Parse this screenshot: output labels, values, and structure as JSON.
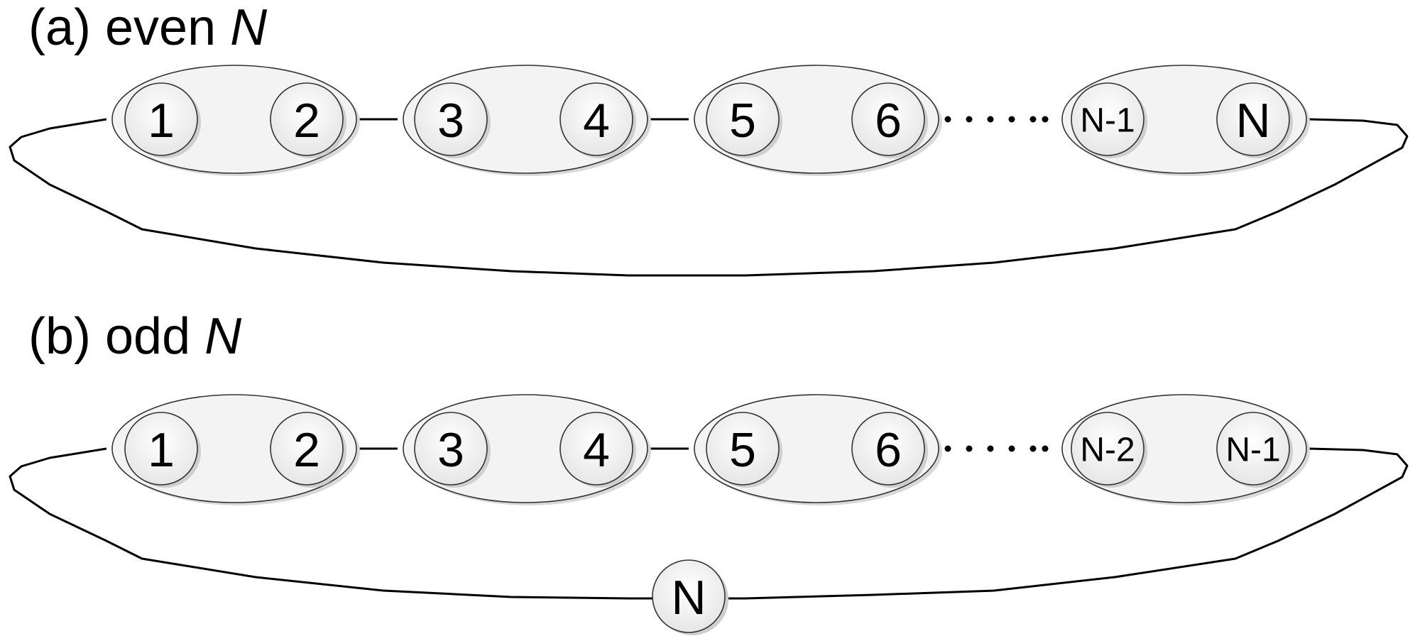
{
  "panels": [
    {
      "id": "even",
      "title_prefix": "(a) even ",
      "title_var": "N",
      "pairs": [
        [
          "1",
          "2"
        ],
        [
          "3",
          "4"
        ],
        [
          "5",
          "6"
        ],
        [
          "N-1",
          "N"
        ]
      ],
      "extra_node": null
    },
    {
      "id": "odd",
      "title_prefix": "(b) odd ",
      "title_var": "N",
      "pairs": [
        [
          "1",
          "2"
        ],
        [
          "3",
          "4"
        ],
        [
          "5",
          "6"
        ],
        [
          "N-2",
          "N-1"
        ]
      ],
      "extra_node": "N"
    }
  ]
}
